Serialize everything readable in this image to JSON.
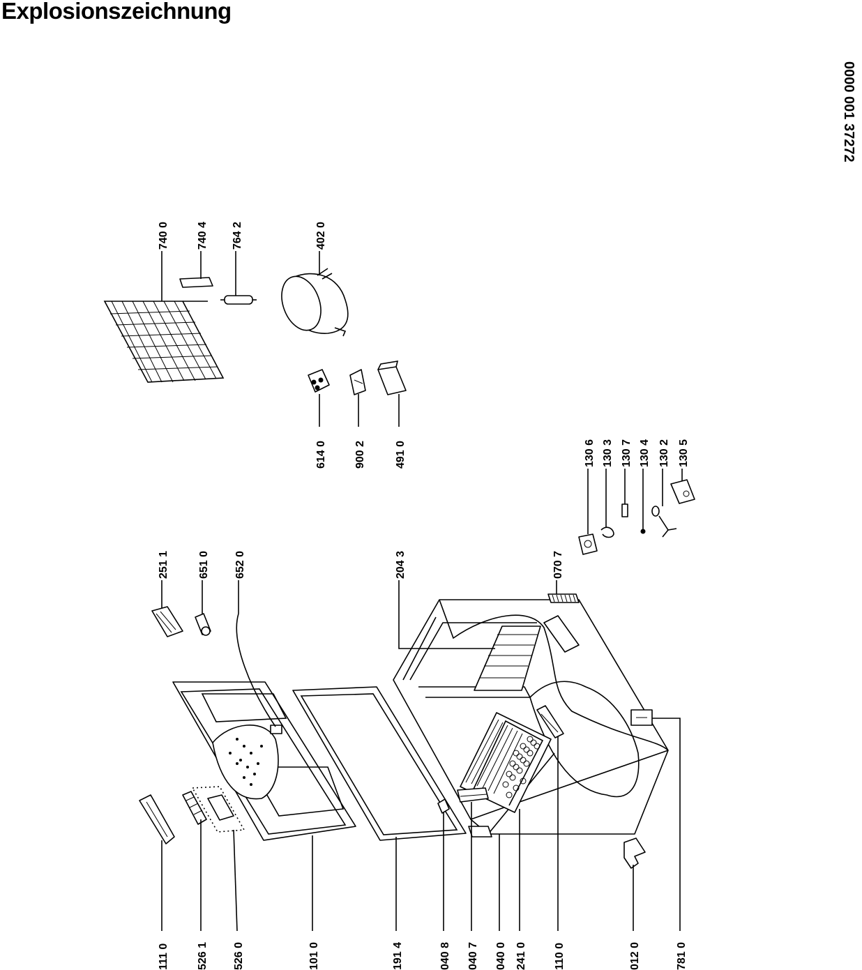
{
  "header": {
    "title": "Explosionszeichnung",
    "doc_number": "0000 001 37272"
  },
  "parts": [
    "111 0",
    "526 1",
    "526 0",
    "101 0",
    "191 4",
    "040 8",
    "040 7",
    "040 0",
    "241 0",
    "110 0",
    "012 0",
    "781 0",
    "251 1",
    "651 0",
    "652 0",
    "204 3",
    "070 7",
    "740 0",
    "740 4",
    "764 2",
    "402 0",
    "614 0",
    "900 2",
    "491 0",
    "130 6",
    "130 3",
    "130 7",
    "130 4",
    "130 2",
    "130 5"
  ]
}
